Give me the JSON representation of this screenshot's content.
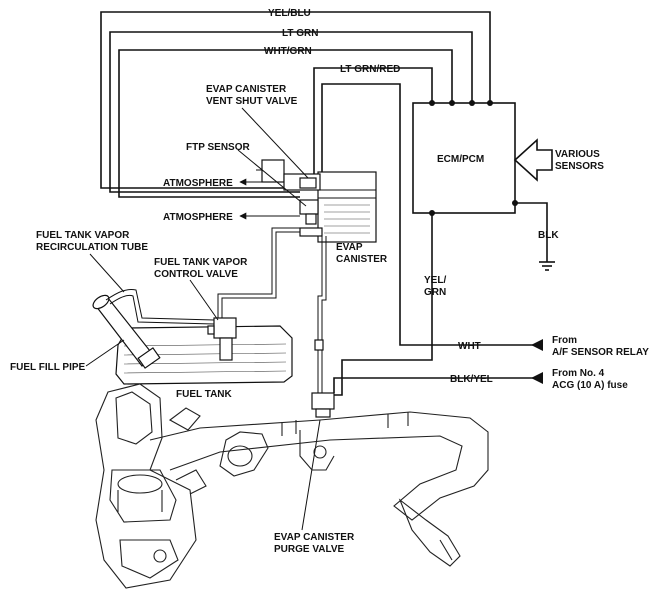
{
  "wires": {
    "yel_blu": "YEL/BLU",
    "lt_grn": "LT GRN",
    "wht_grn": "WHT/GRN",
    "lt_grn_red": "LT GRN/RED",
    "yel_grn_1": "YEL/",
    "yel_grn_2": "GRN",
    "blk": "BLK",
    "wht": "WHT",
    "blk_yel": "BLK/YEL"
  },
  "components": {
    "ecm": "ECM/PCM",
    "vent_valve_1": "EVAP CANISTER",
    "vent_valve_2": "VENT SHUT VALVE",
    "ftp_sensor": "FTP SENSOR",
    "atmosphere_1": "ATMOSPHERE",
    "atmosphere_2": "ATMOSPHERE",
    "canister_1": "EVAP",
    "canister_2": "CANISTER",
    "recirc_1": "FUEL TANK VAPOR",
    "recirc_2": "RECIRCULATION TUBE",
    "control_1": "FUEL TANK VAPOR",
    "control_2": "CONTROL VALVE",
    "fill_pipe": "FUEL FILL PIPE",
    "fuel_tank": "FUEL TANK",
    "purge_1": "EVAP CANISTER",
    "purge_2": "PURGE VALVE"
  },
  "inputs": {
    "sensors_1": "VARIOUS",
    "sensors_2": "SENSORS",
    "relay_1": "From",
    "relay_2": "A/F SENSOR RELAY",
    "fuse_1": "From No. 4",
    "fuse_2": "ACG (10 A) fuse"
  }
}
